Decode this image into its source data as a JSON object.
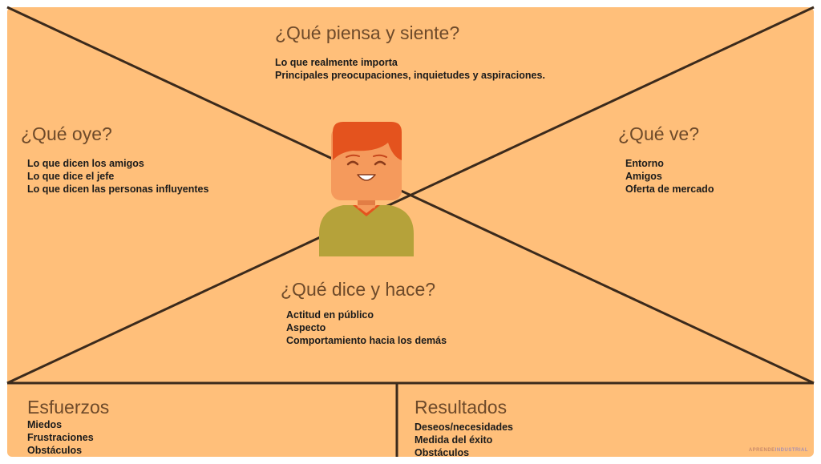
{
  "sections": {
    "thinks": {
      "title": "¿Qué piensa y siente?",
      "items": [
        "Lo que realmente importa",
        "Principales preocupaciones, inquietudes y aspiraciones."
      ]
    },
    "hears": {
      "title": "¿Qué oye?",
      "items": [
        "Lo que dicen los amigos",
        "Lo que dice el jefe",
        "Lo que dicen las personas influyentes"
      ]
    },
    "sees": {
      "title": "¿Qué ve?",
      "items": [
        "Entorno",
        "Amigos",
        "Oferta de mercado"
      ]
    },
    "says_does": {
      "title": "¿Qué dice y hace?",
      "items": [
        "Actitud en público",
        "Aspecto",
        "Comportamiento hacia los demás"
      ]
    },
    "pains": {
      "title": "Esfuerzos",
      "items": [
        "Miedos",
        "Frustraciones",
        "Obstáculos"
      ]
    },
    "gains": {
      "title": "Resultados",
      "items": [
        "Deseos/necesidades",
        "Medida del éxito",
        "Obstáculos"
      ]
    }
  },
  "watermark": {
    "part1": "APRENDE",
    "part2": "INDUSTRIAL"
  },
  "colors": {
    "background": "#ffbf7a",
    "lines": "#3b2a1c",
    "heading": "#6e4a2a",
    "text": "#1b1b1b",
    "hair": "#e4531e",
    "skin": "#f59a5c",
    "shirt": "#b5a23a"
  },
  "icons": [
    "person-avatar-icon"
  ]
}
